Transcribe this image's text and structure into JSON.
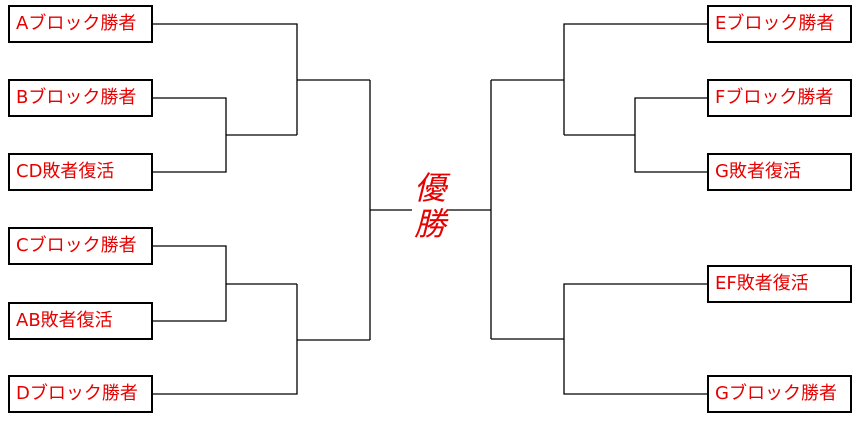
{
  "bracket": {
    "left_slots": [
      "Aブロック勝者",
      "Bブロック勝者",
      "CD敗者復活",
      "Cブロック勝者",
      "AB敗者復活",
      "Dブロック勝者"
    ],
    "right_slots": [
      "Eブロック勝者",
      "Fブロック勝者",
      "G敗者復活",
      "EF敗者復活",
      "Gブロック勝者"
    ],
    "champion": [
      "優",
      "勝"
    ]
  },
  "colors": {
    "label_text": "#e60000",
    "lines": "#000000",
    "box_border": "#000000"
  }
}
